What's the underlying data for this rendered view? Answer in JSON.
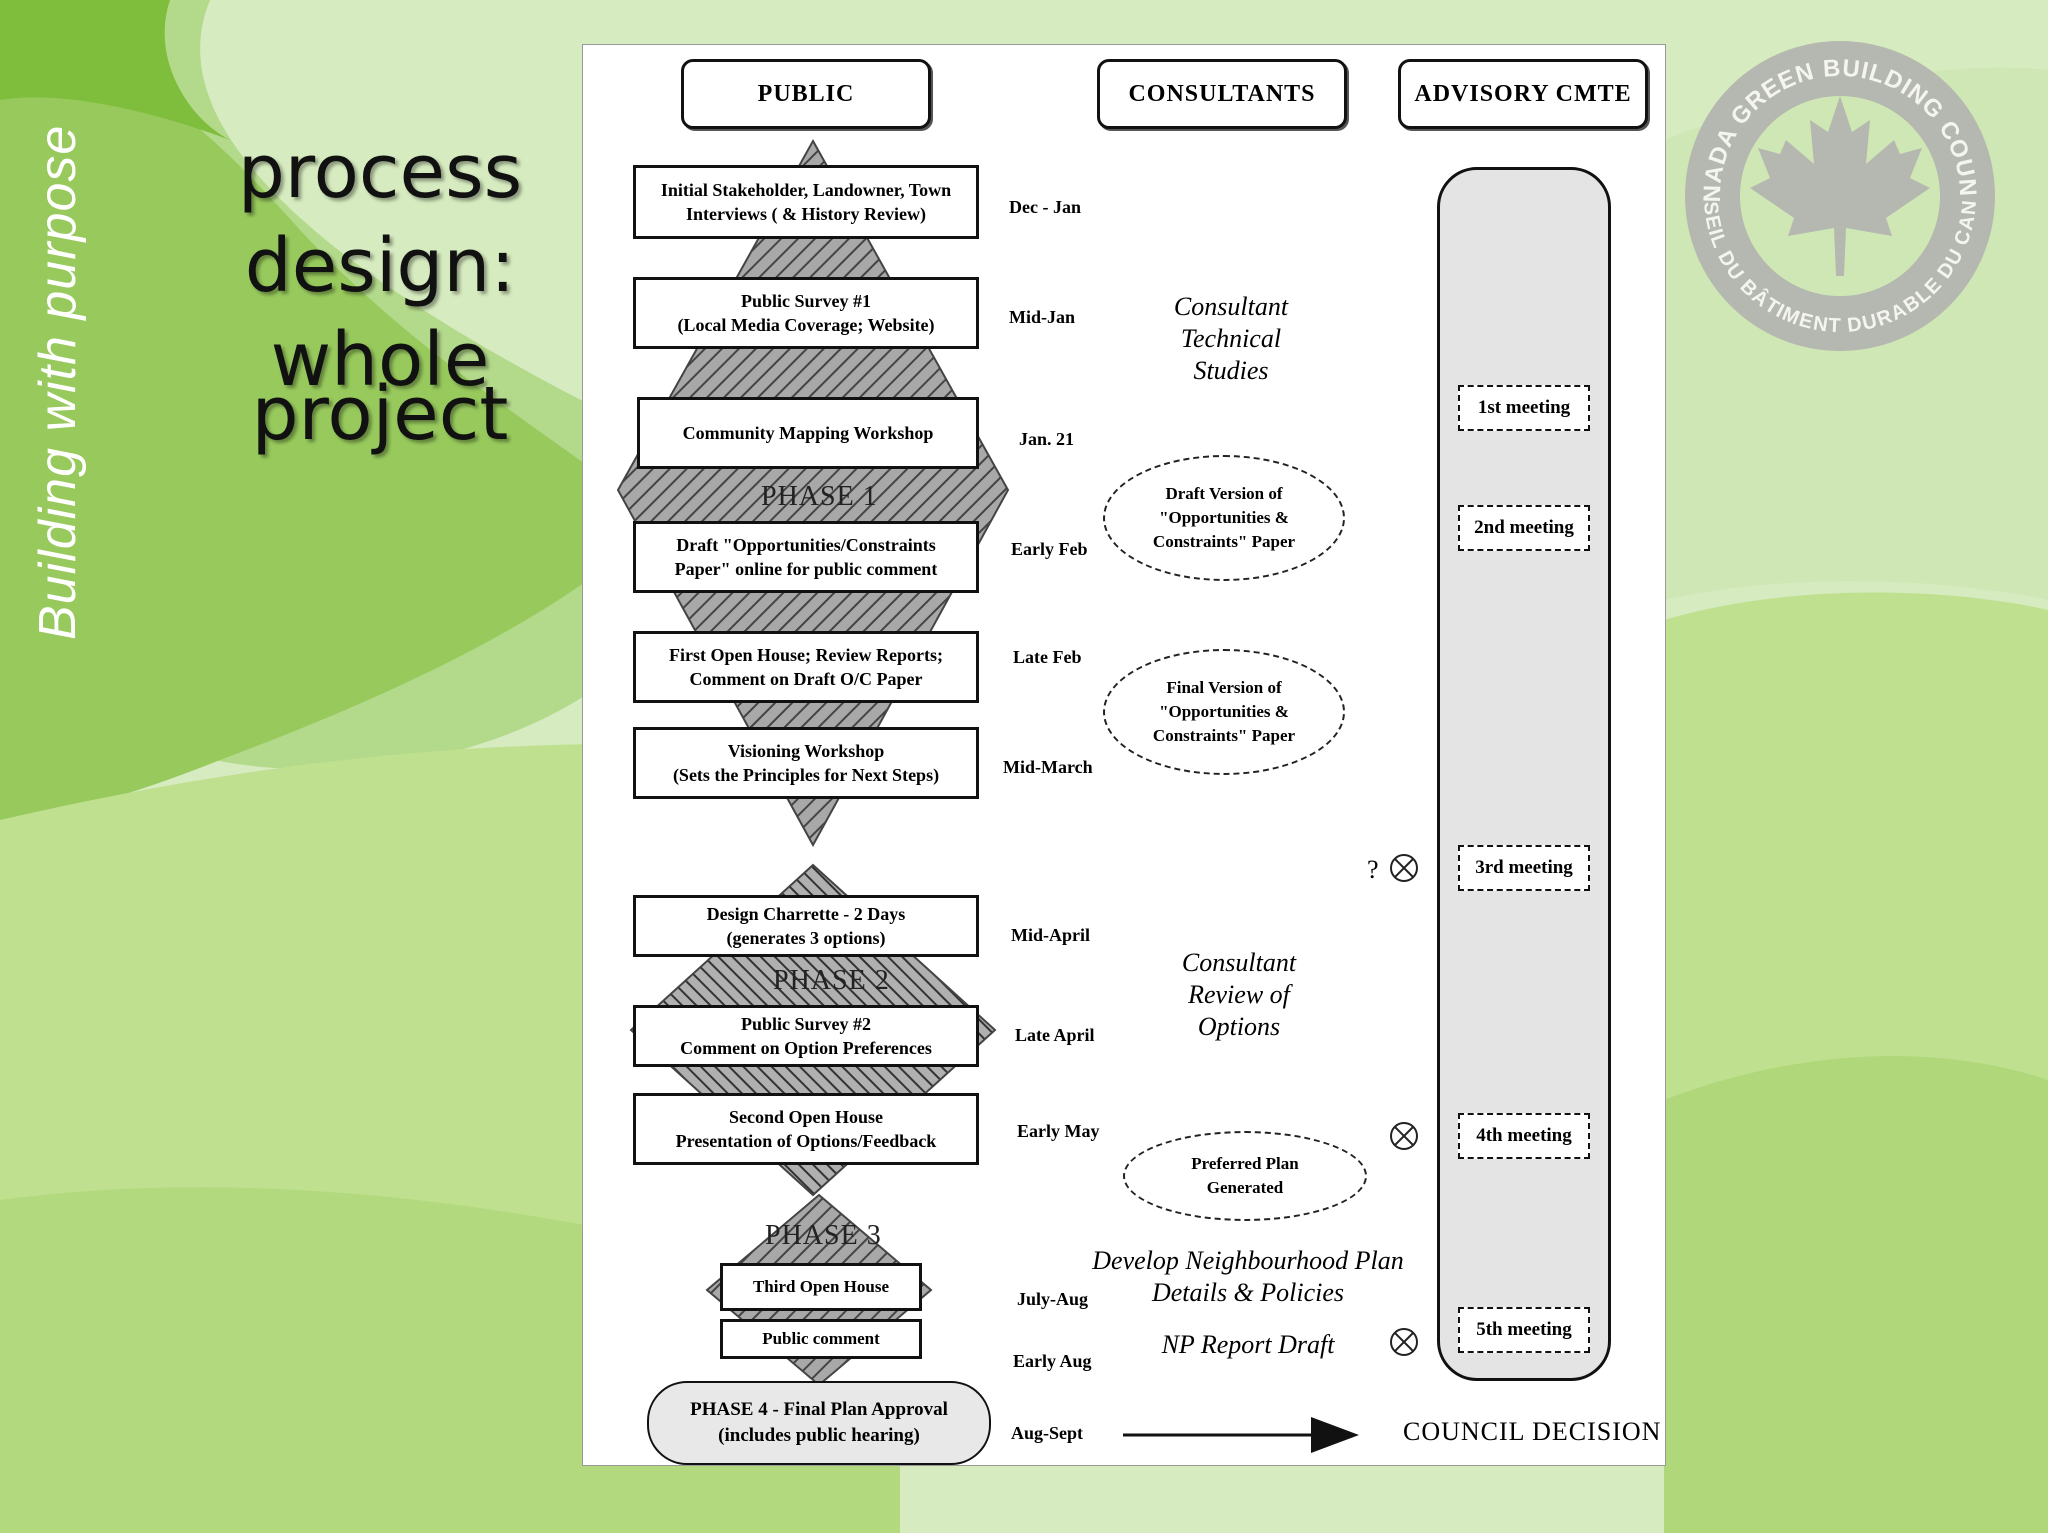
{
  "slide": {
    "tagline": "Building with purpose",
    "title_lines": [
      "process",
      "design:",
      "whole",
      "project"
    ]
  },
  "logo": {
    "arc_top": "CANADA GREEN BUILDING COUNCIL",
    "arc_bottom": "CONSEIL DU BÂTIMENT DURABLE DU CANADA",
    "icon": "maple-leaf-icon"
  },
  "diagram": {
    "headers": {
      "public": "PUBLIC",
      "consultants": "CONSULTANTS",
      "advisory": "ADVISORY CMTE"
    },
    "phases": {
      "p1": "PHASE 1",
      "p2": "PHASE 2",
      "p3": "PHASE 3"
    },
    "steps": [
      {
        "l1": "Initial Stakeholder, Landowner, Town",
        "l2": "Interviews ( & History Review)",
        "date": "Dec - Jan"
      },
      {
        "l1": "Public Survey #1",
        "l2": "(Local Media Coverage; Website)",
        "date": "Mid-Jan"
      },
      {
        "l1": "Community Mapping Workshop",
        "l2": "",
        "date": "Jan. 21"
      },
      {
        "l1": "Draft \"Opportunities/Constraints",
        "l2": "Paper\" online for public comment",
        "date": "Early Feb"
      },
      {
        "l1": "First Open House; Review Reports;",
        "l2": "Comment on Draft O/C Paper",
        "date": "Late Feb"
      },
      {
        "l1": "Visioning Workshop",
        "l2": "(Sets the Principles for Next Steps)",
        "date": "Mid-March"
      },
      {
        "l1": "Design Charrette - 2 Days",
        "l2": "(generates 3 options)",
        "date": "Mid-April"
      },
      {
        "l1": "Public Survey #2",
        "l2": "Comment on Option Preferences",
        "date": "Late April"
      },
      {
        "l1": "Second Open House",
        "l2": "Presentation of Options/Feedback",
        "date": "Early May"
      },
      {
        "l1": "Third Open House",
        "l2": "",
        "date": "July-Aug"
      },
      {
        "l1": "Public comment",
        "l2": "",
        "date": "Early Aug"
      }
    ],
    "phase4": {
      "l1": "PHASE 4 - Final Plan Approval",
      "l2": "(includes public hearing)",
      "date": "Aug-Sept"
    },
    "consultants": {
      "tech_studies": [
        "Consultant",
        "Technical",
        "Studies"
      ],
      "draft_paper": [
        "Draft Version of",
        "\"Opportunities &",
        "Constraints\" Paper"
      ],
      "final_paper": [
        "Final Version of",
        "\"Opportunities &",
        "Constraints\" Paper"
      ],
      "review_options": [
        "Consultant",
        "Review of",
        "Options"
      ],
      "preferred_plan": [
        "Preferred Plan",
        "Generated"
      ],
      "develop_plan": [
        "Develop Neighbourhood Plan",
        "Details & Policies"
      ],
      "np_report": "NP Report Draft"
    },
    "question_mark": "?",
    "meetings": [
      "1st meeting",
      "2nd meeting",
      "3rd meeting",
      "4th meeting",
      "5th meeting"
    ],
    "council_decision": "COUNCIL DECISION",
    "council_marks": [
      "x-circle-icon",
      "x-circle-icon",
      "x-circle-icon"
    ]
  },
  "colors": {
    "bg_light": "#d6ebbf",
    "bg_mid": "#b9dc8c",
    "bg_dark": "#8cc34e",
    "logo_gray": "#b5b8b0",
    "phase_fill": "#9a9a9a",
    "adv_fill": "#e4e4e4"
  }
}
